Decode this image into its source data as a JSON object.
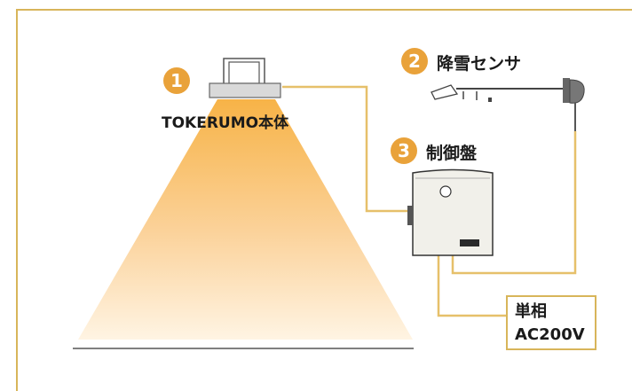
{
  "diagram": {
    "main_unit": {
      "number": "1",
      "label": "TOKERUMO本体"
    },
    "sensor": {
      "number": "2",
      "label": "降雪センサ"
    },
    "control_panel": {
      "number": "3",
      "label": "制御盤"
    },
    "power": {
      "line1": "単相",
      "line2": "AC200V"
    }
  },
  "colors": {
    "accent": "#e9a23a",
    "wire": "#e6c06a",
    "frame": "#d8b55a",
    "light_top": "#f7b347",
    "light_bottom": "#fff4e3"
  }
}
